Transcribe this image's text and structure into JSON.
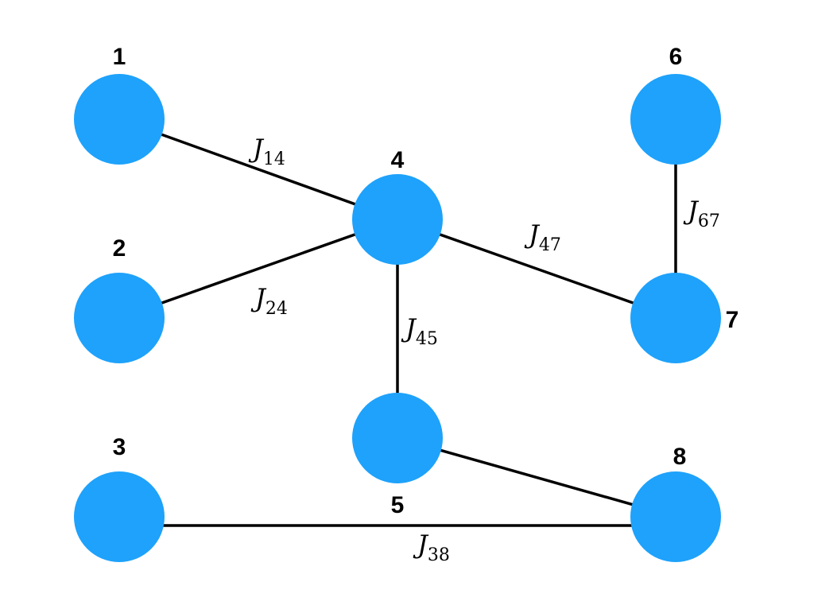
{
  "graph": {
    "node_color": "#1ea2fb",
    "edge_color": "#000000",
    "nodes": [
      {
        "id": "1",
        "label": "1"
      },
      {
        "id": "2",
        "label": "2"
      },
      {
        "id": "3",
        "label": "3"
      },
      {
        "id": "4",
        "label": "4"
      },
      {
        "id": "5",
        "label": "5"
      },
      {
        "id": "6",
        "label": "6"
      },
      {
        "id": "7",
        "label": "7"
      },
      {
        "id": "8",
        "label": "8"
      }
    ],
    "edges": [
      {
        "from": "1",
        "to": "4",
        "symbol": "J",
        "subscript": "14"
      },
      {
        "from": "2",
        "to": "4",
        "symbol": "J",
        "subscript": "24"
      },
      {
        "from": "4",
        "to": "5",
        "symbol": "J",
        "subscript": "45"
      },
      {
        "from": "4",
        "to": "7",
        "symbol": "J",
        "subscript": "47"
      },
      {
        "from": "6",
        "to": "7",
        "symbol": "J",
        "subscript": "67"
      },
      {
        "from": "3",
        "to": "8",
        "symbol": "J",
        "subscript": "38"
      },
      {
        "from": "5",
        "to": "8",
        "symbol": "",
        "subscript": ""
      }
    ]
  }
}
